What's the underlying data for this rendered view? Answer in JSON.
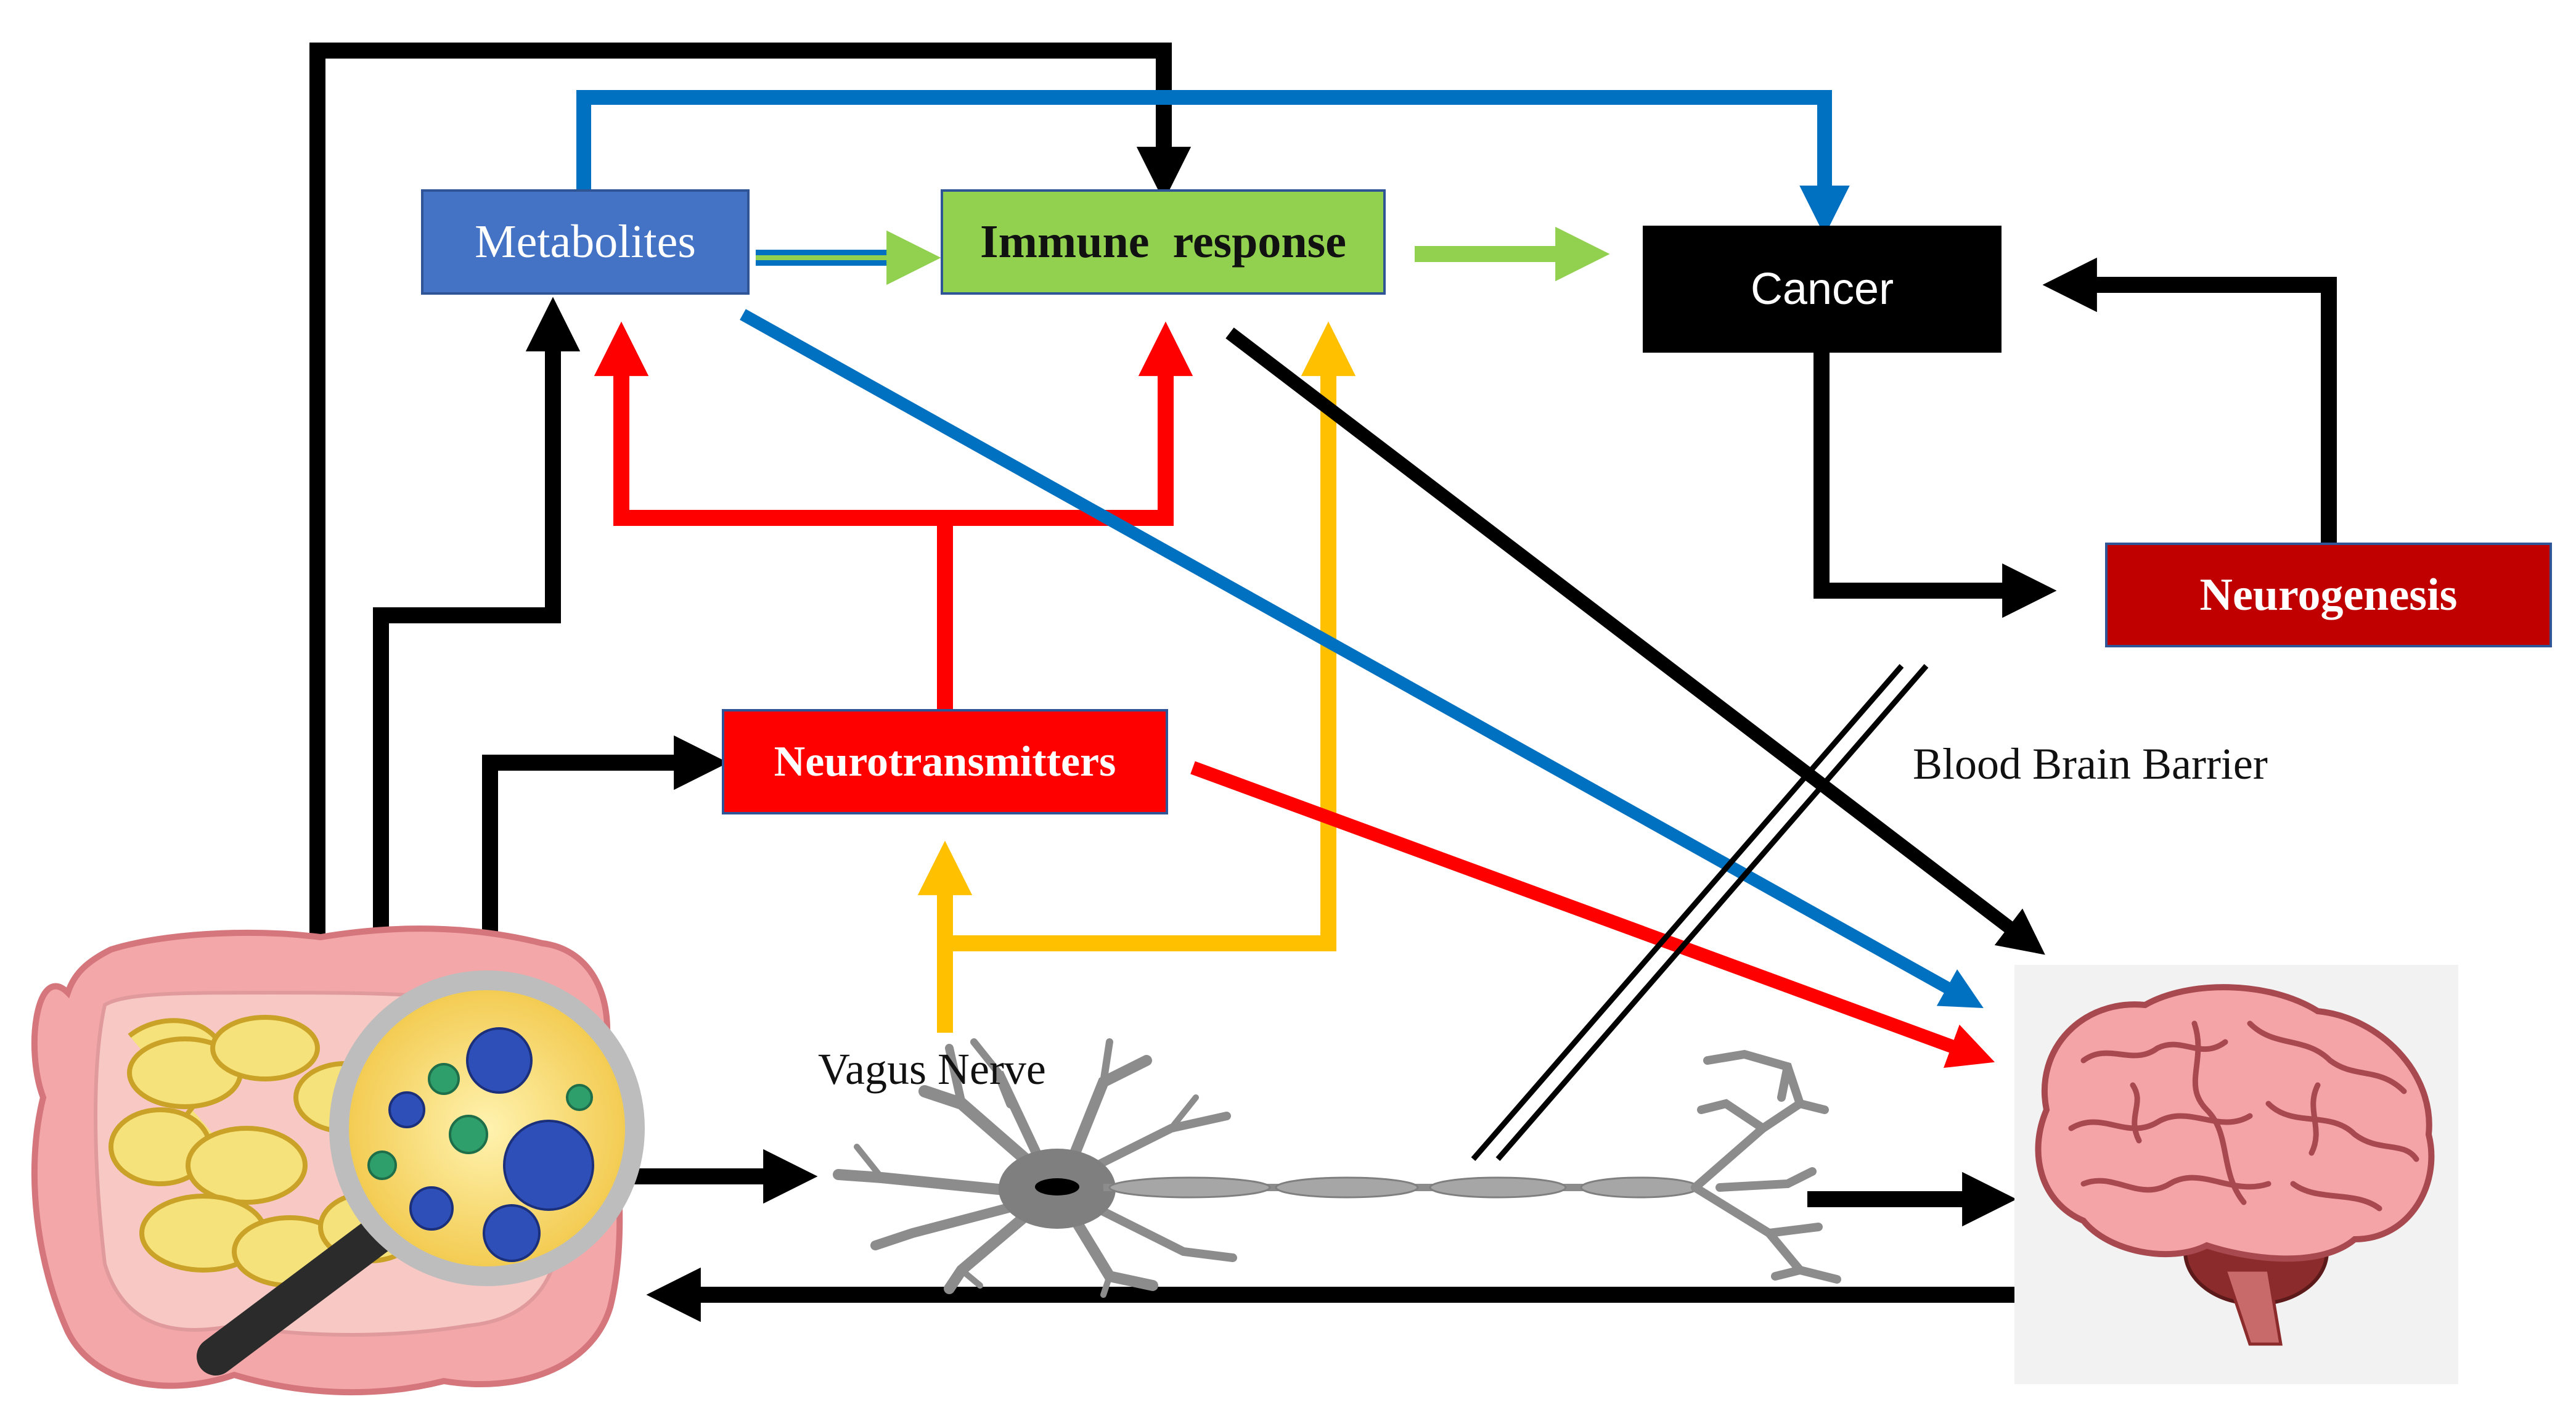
{
  "nodes": {
    "metabolites": "Metabolites",
    "immune_response": "Immune  response",
    "cancer": "Cancer",
    "neurotransmitters": "Neurotransmitters",
    "neurogenesis": "Neurogenesis"
  },
  "labels": {
    "blood_brain_barrier": "Blood Brain Barrier",
    "vagus_nerve": "Vagus Nerve"
  },
  "colors": {
    "black_arrow": "#000000",
    "blue_arrow": "#0070C0",
    "green_arrow": "#92D050",
    "red_arrow": "#FF0000",
    "yellow_arrow": "#FFC000"
  },
  "icons": [
    "gut-microbiome-icon",
    "magnifier-icon",
    "neuron-icon",
    "brain-icon"
  ]
}
